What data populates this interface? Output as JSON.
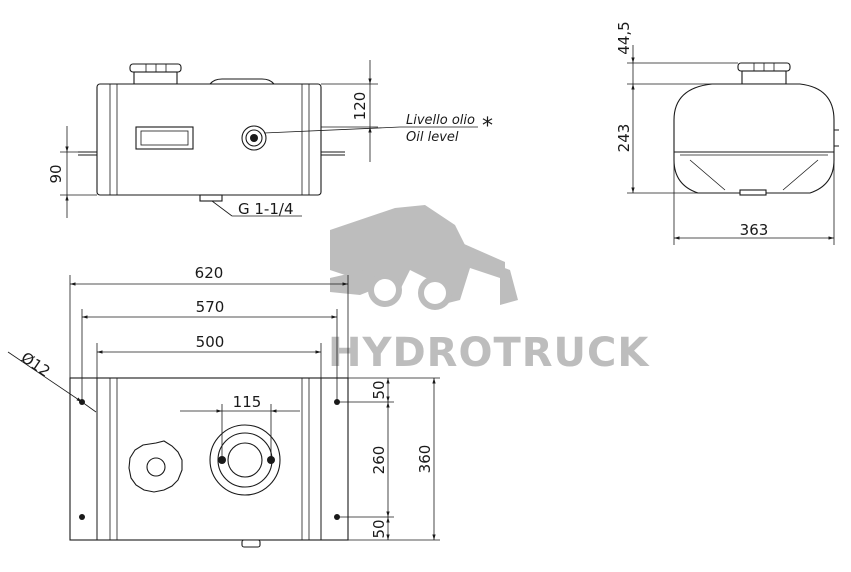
{
  "dimensions": {
    "top_height_445": "44,5",
    "side_height_243": "243",
    "side_width_363": "363",
    "front_height_120": "120",
    "front_height_90": "90",
    "plan_length_620": "620",
    "plan_length_570": "570",
    "plan_length_500": "500",
    "plan_hole_dia": "Ø12",
    "plan_spacing_115": "115",
    "plan_offset_50_top": "50",
    "plan_spacing_260": "260",
    "plan_width_360": "360",
    "plan_offset_50_bottom": "50"
  },
  "labels": {
    "oil_level_it": "Livello olio",
    "oil_level_en": "Oil level",
    "asterisk": "*",
    "port_thread": "G 1-1/4"
  },
  "watermark": {
    "brand": "HYDROTRUCK",
    "icon": "truck-icon"
  }
}
